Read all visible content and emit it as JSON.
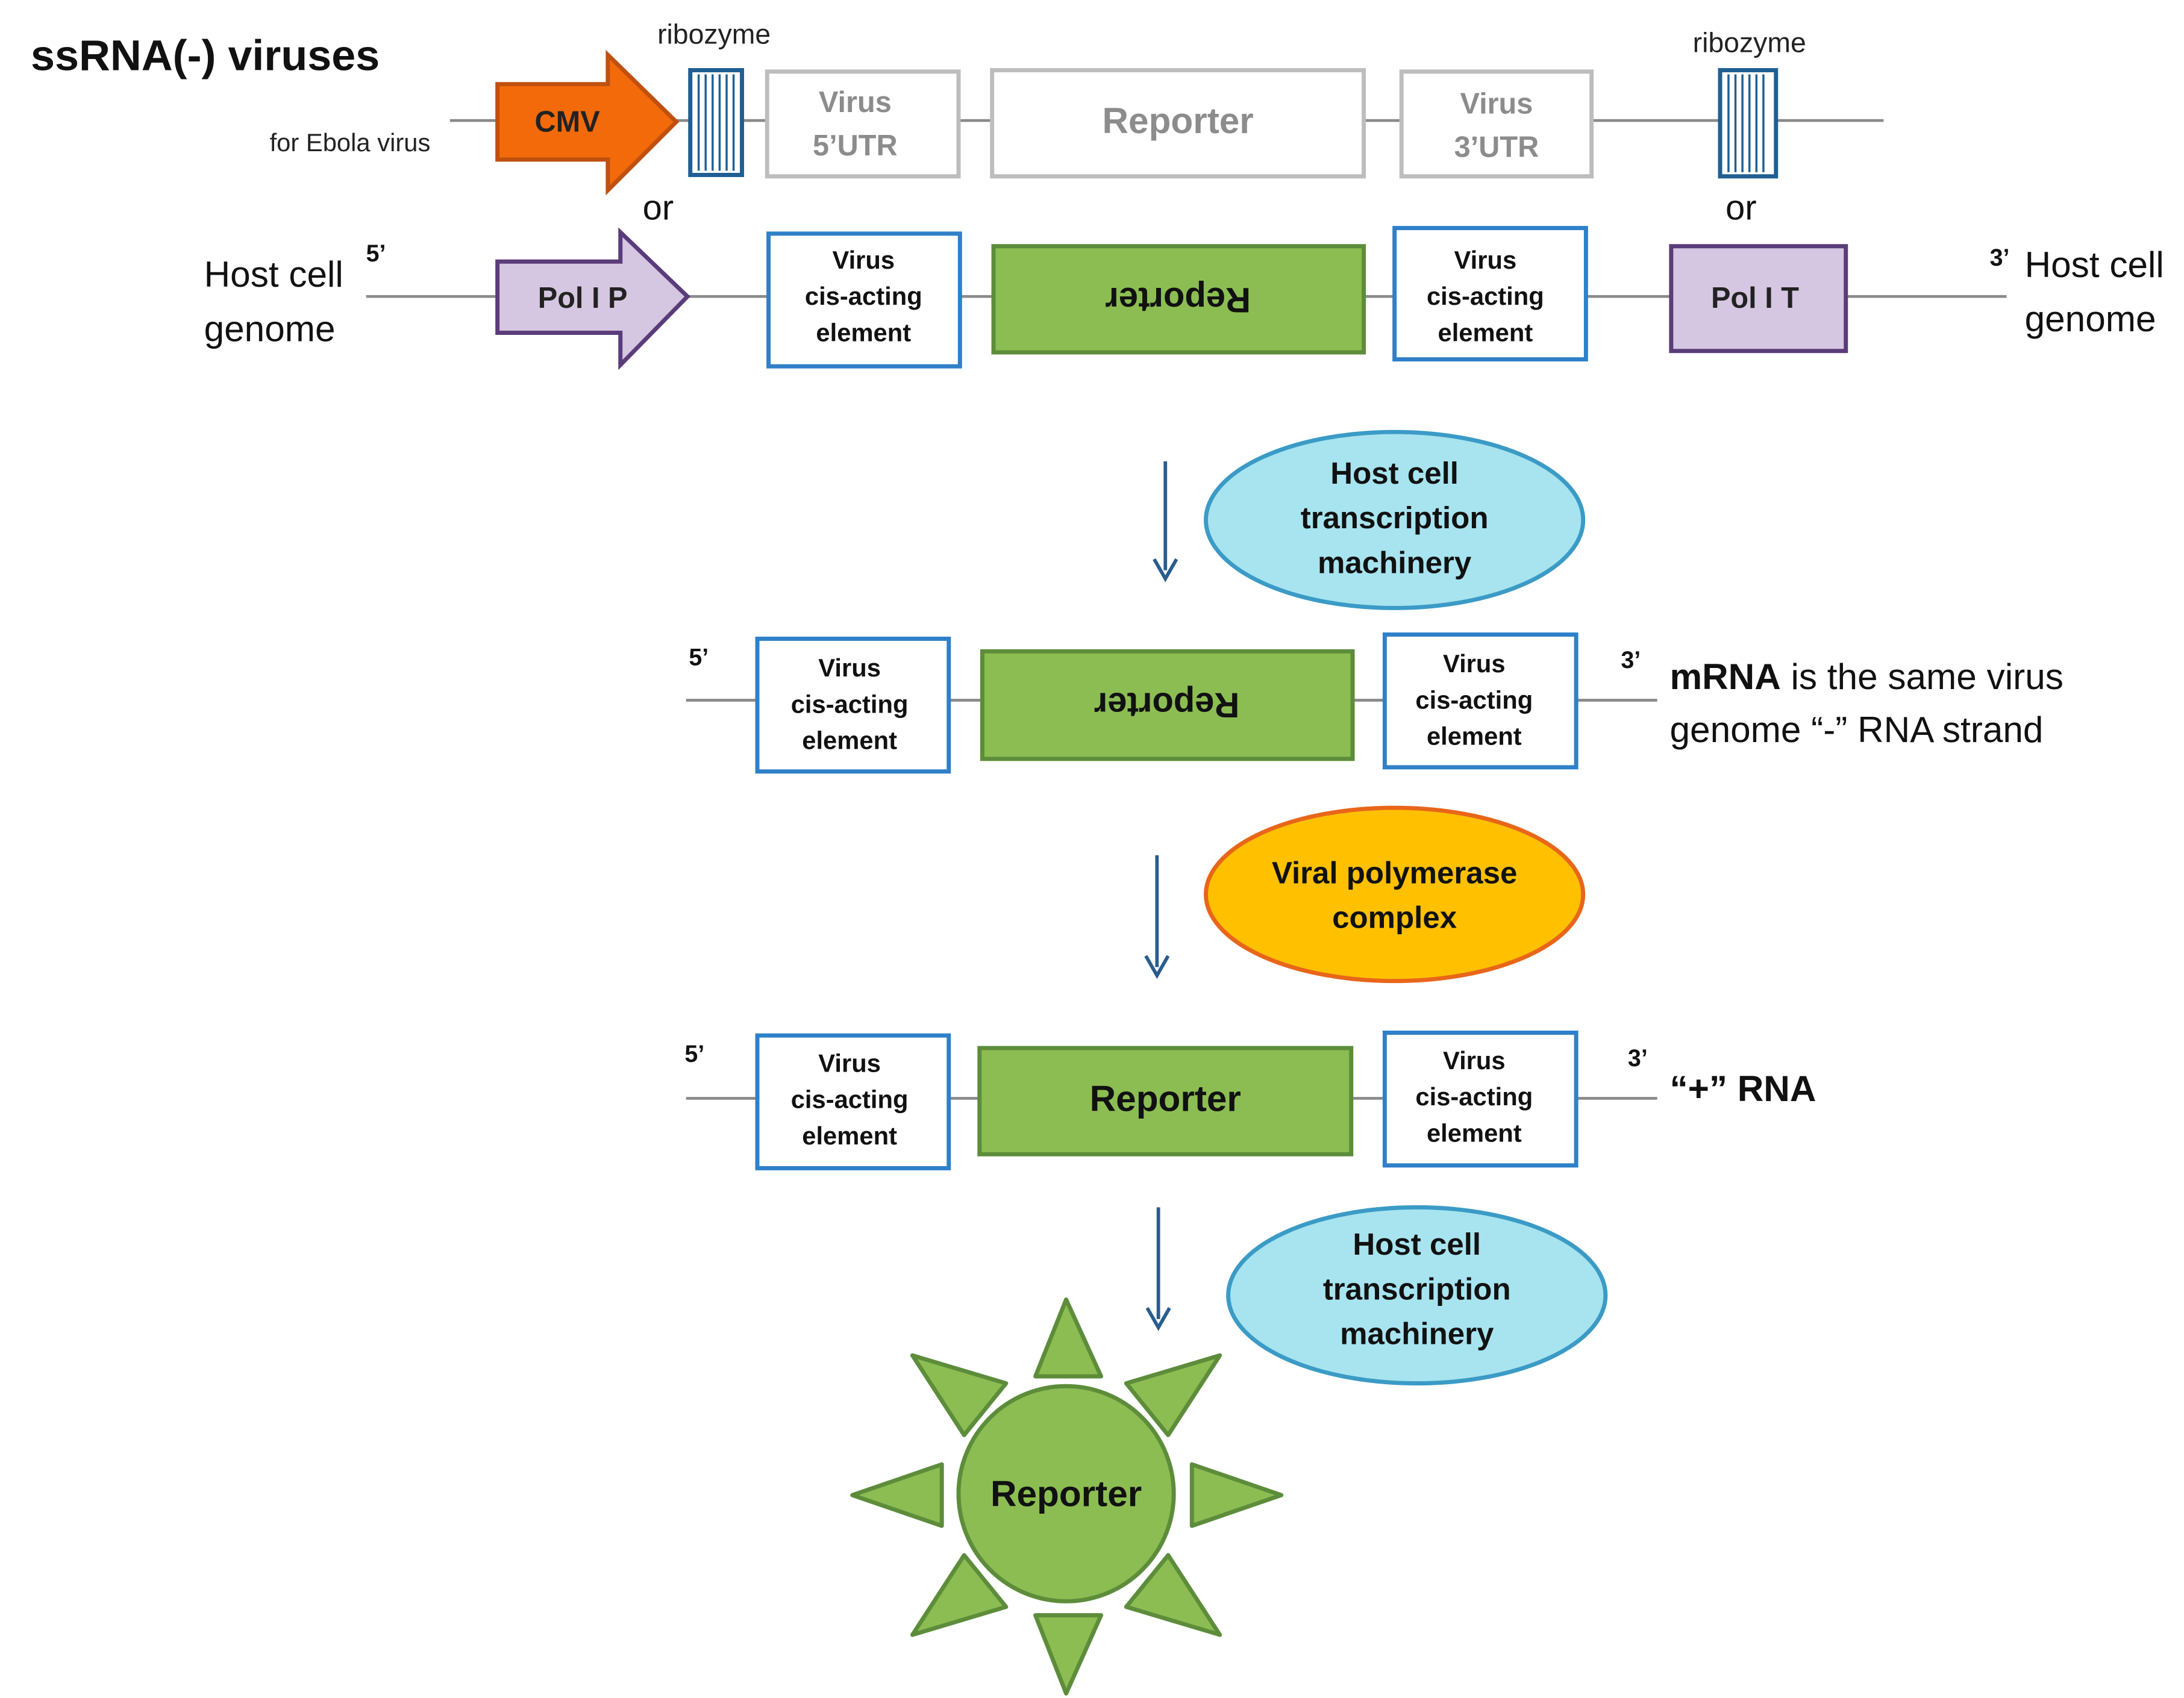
{
  "title": "ssRNA(-) viruses",
  "row1": {
    "ribozyme_left": "ribozyme",
    "ribozyme_right": "ribozyme",
    "cmv_note": "for Ebola virus",
    "cmv_label": "CMV",
    "utr5_line1": "Virus",
    "utr5_line2": "5’UTR",
    "reporter": "Reporter",
    "utr3_line1": "Virus",
    "utr3_line2": "3’UTR"
  },
  "or_left": "or",
  "or_right": "or",
  "row2": {
    "host_left_line1": "Host cell",
    "host_left_line2": "genome",
    "five_prime": "5’",
    "pol_p": "Pol I P",
    "cis_line1": "Virus",
    "cis_line2": "cis-acting",
    "cis_line3": "element",
    "reporter": "Reporter",
    "pol_t": "Pol I T",
    "three_prime": "3’",
    "host_right_line1": "Host cell",
    "host_right_line2": "genome"
  },
  "step1": {
    "line1": "Host cell",
    "line2": "transcription",
    "line3": "machinery"
  },
  "row3": {
    "five_prime": "5’",
    "three_prime": "3’",
    "reporter": "Reporter",
    "note_bold": "mRNA",
    "note_rest": " is the same virus",
    "note_line2": "genome “-” RNA strand"
  },
  "step2": {
    "line1": "Viral polymerase",
    "line2": "complex"
  },
  "row4": {
    "five_prime": "5’",
    "three_prime": "3’",
    "reporter": "Reporter",
    "label": "“+” RNA"
  },
  "step3": {
    "line1": "Host cell",
    "line2": "transcription",
    "line3": "machinery"
  },
  "sun_label": "Reporter",
  "colors": {
    "cmv_fill": "#f26a0a",
    "cmv_stroke": "#c0500e",
    "ribozyme_blue": "#1f5f93",
    "gray_box": "#bdbdbd",
    "gray_text": "#8c8c8c",
    "pol_fill": "#d5c6e1",
    "pol_stroke": "#5b3c7a",
    "cis_stroke": "#2f80c8",
    "reporter_fill": "#8cbd52",
    "reporter_stroke": "#5d8d3b",
    "ellipse_blue_fill": "#a7e4ef",
    "ellipse_blue_stroke": "#3b9bc6",
    "ellipse_orange_fill": "#ffc000",
    "ellipse_orange_stroke": "#e8661a",
    "arrow_blue": "#2a5c8e",
    "line_gray": "#8a8a8a"
  }
}
